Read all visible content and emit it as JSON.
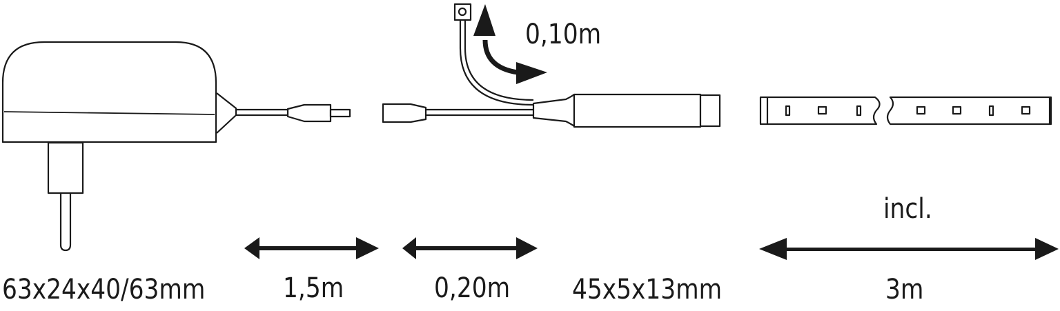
{
  "labels": {
    "adapter_dims": "63x24x40/63mm",
    "cable_length": "1,5m",
    "extension_length": "0,20m",
    "sensor_cable_length": "0,10m",
    "controller_dims": "45x5x13mm",
    "strip_length": "3m",
    "strip_included": "incl."
  },
  "colors": {
    "line": "#1a1a1a",
    "background": "#ffffff"
  }
}
